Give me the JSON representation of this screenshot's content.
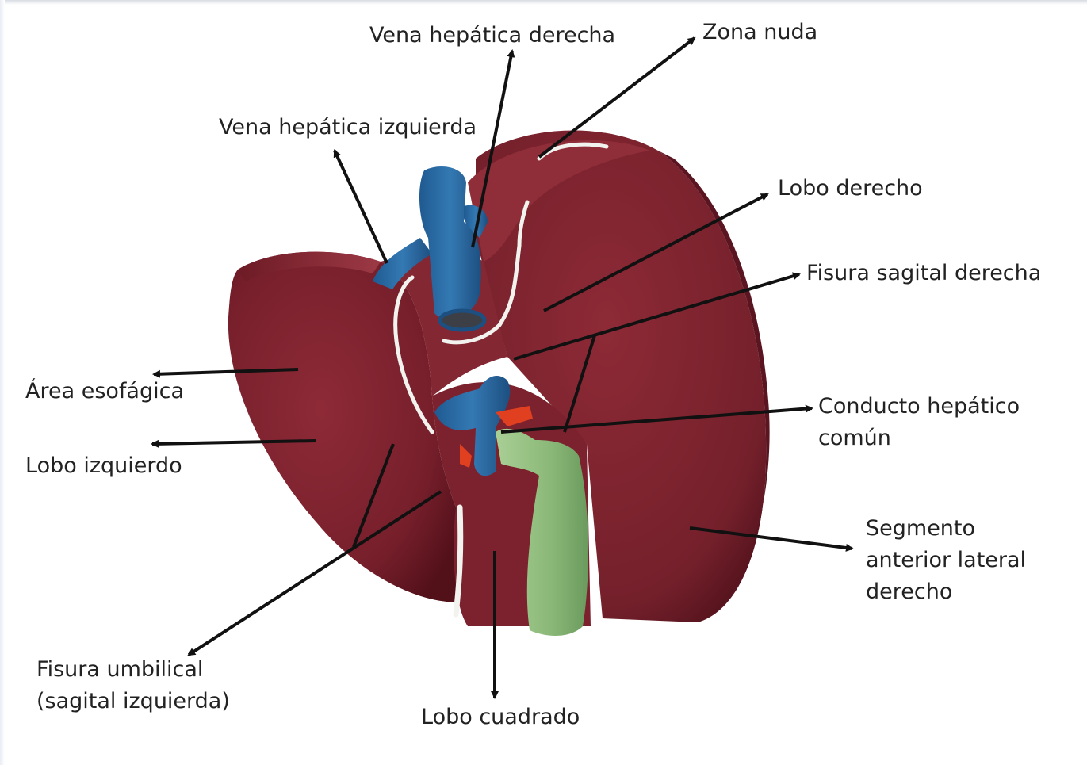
{
  "labels": {
    "vena_hepatica_derecha": "Vena hepática derecha",
    "zona_nuda": "Zona nuda",
    "vena_hepatica_izquierda": "Vena hepática izquierda",
    "lobo_derecho": "Lobo derecho",
    "fisura_sagital_derecha": "Fisura sagital derecha",
    "area_esofagica": "Área esofágica",
    "conducto_hepatico_comun": [
      "Conducto hepático",
      "común"
    ],
    "lobo_izquierdo": "Lobo izquierdo",
    "segmento_anterior_lateral_derecho": [
      "Segmento",
      "anterior lateral",
      "derecho"
    ],
    "fisura_umbilical": [
      "Fisura umbilical",
      "(sagital izquierda)"
    ],
    "lobo_cuadrado": "Lobo cuadrado"
  },
  "colors": {
    "liver": "#7a1f2b",
    "liver_dark": "#4e1019",
    "liver_light": "#9a3a45",
    "vein_blue": "#2a6aa3",
    "gallbladder_green": "#8fbf7c",
    "ligament_white": "#f2f2ee",
    "artery_red": "#e0401f",
    "arrow": "#111111"
  }
}
